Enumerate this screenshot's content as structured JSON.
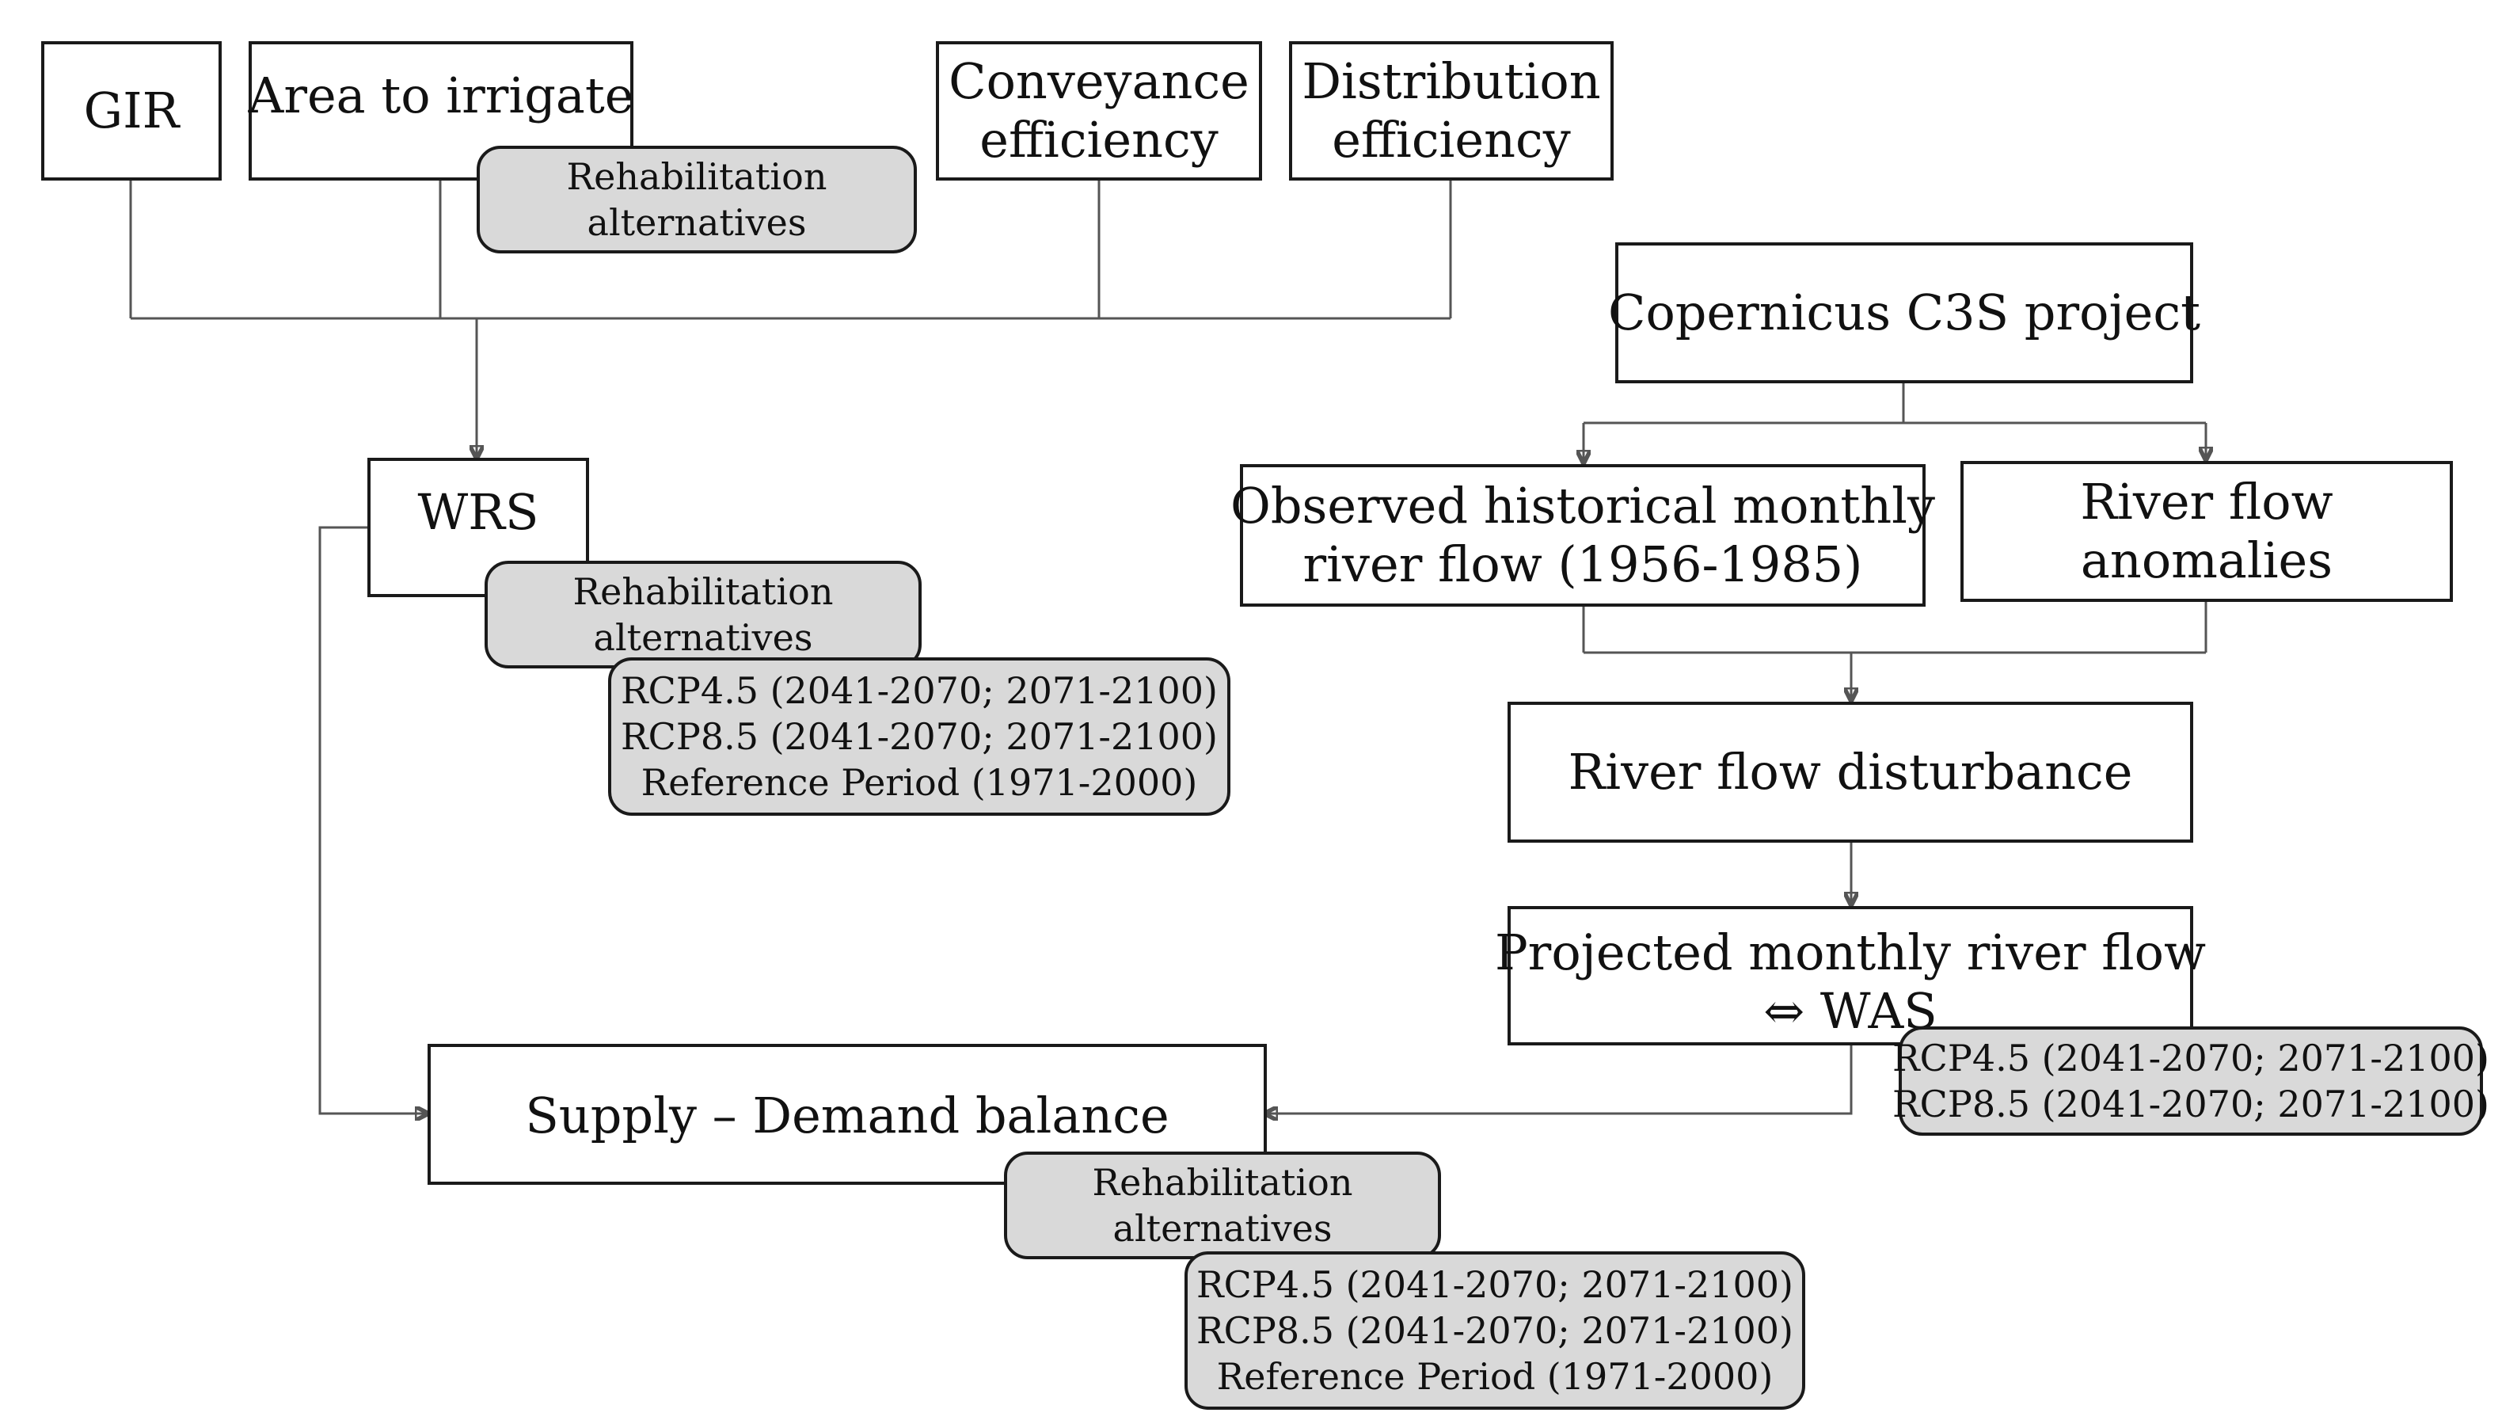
{
  "inputs": {
    "gir": "GIR",
    "area": "Area to irrigate",
    "conveyance": [
      "Conveyance",
      "efficiency"
    ],
    "distribution": [
      "Distribution",
      "efficiency"
    ]
  },
  "tags": {
    "rehab": [
      "Rehabilitation",
      "alternatives"
    ],
    "scenarios_full": [
      "RCP4.5  (2041-2070; 2071-2100)",
      "RCP8.5  (2041-2070; 2071-2100)",
      "Reference Period  (1971-2000)"
    ],
    "scenarios_short": [
      "RCP4.5  (2041-2070; 2071-2100)",
      "RCP8.5  (2041-2070; 2071-2100)"
    ]
  },
  "wrs": "WRS",
  "copernicus": "Copernicus C3S project",
  "observed": [
    "Observed historical monthly",
    "river flow (1956-1985)"
  ],
  "anomalies": [
    "River flow",
    "anomalies"
  ],
  "disturbance": "River flow disturbance",
  "projected": [
    "Projected monthly river flow",
    "⇔ WAS"
  ],
  "balance": "Supply – Demand balance",
  "colors": {
    "tag_fill": "#d9d9d9",
    "border": "#1a1a1a",
    "connector": "#555555"
  }
}
